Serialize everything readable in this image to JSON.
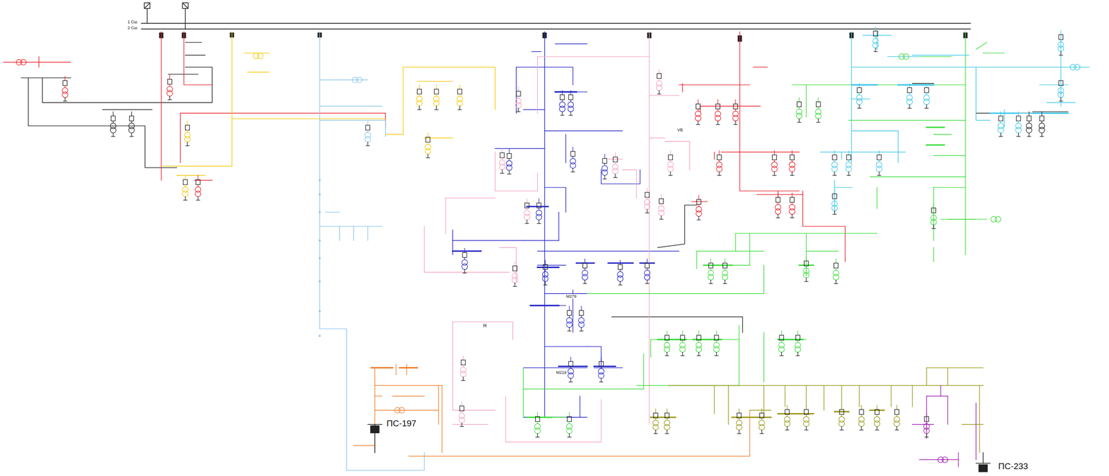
{
  "diagram": {
    "labels": [
      "1 Сш",
      "2 Сш",
      "ПС-197",
      "ПС-233",
      "М279",
      "М219",
      "VB",
      "Н"
    ]
  }
}
